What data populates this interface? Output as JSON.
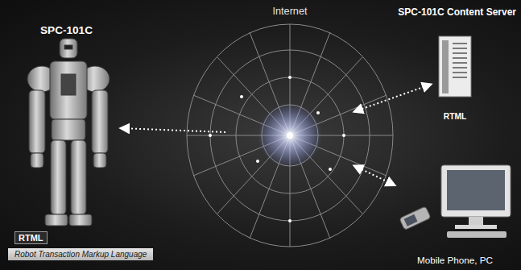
{
  "diagram": {
    "nodes": [
      {
        "text": [
          "SPC-101C"
        ]
      },
      {
        "text": [
          "Internet"
        ]
      },
      {
        "text": [
          "SPC-101C Content Server",
          "RTML"
        ]
      },
      {
        "text": [
          "Mobile Phone, PC"
        ]
      }
    ],
    "edges": [
      {
        "from": 1,
        "to": 0,
        "arrow": "to"
      },
      {
        "from": 1,
        "to": 2,
        "arrow": "both"
      },
      {
        "from": 1,
        "to": 3,
        "arrow": "both"
      }
    ],
    "labels": [
      "RTML",
      "Robot Transaction Markup Language"
    ]
  }
}
